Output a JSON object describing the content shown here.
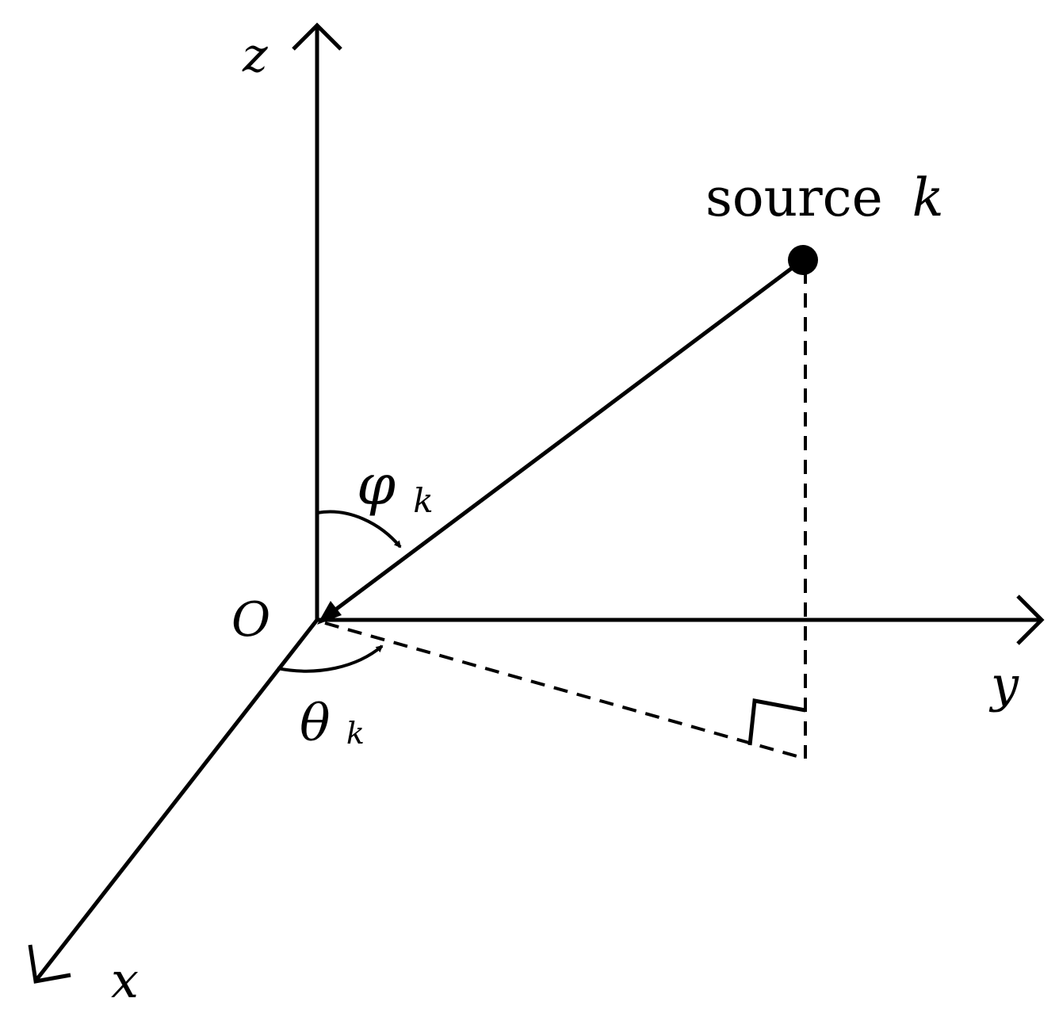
{
  "axes": {
    "z": "z",
    "y": "y",
    "x": "x",
    "origin": "O"
  },
  "source": {
    "word": "source",
    "index": "k"
  },
  "angles": {
    "phi": {
      "symbol": "φ",
      "subscript": "k"
    },
    "theta": {
      "symbol": "θ",
      "subscript": "k"
    }
  },
  "colors": {
    "ink": "#000000",
    "background": "#ffffff"
  }
}
